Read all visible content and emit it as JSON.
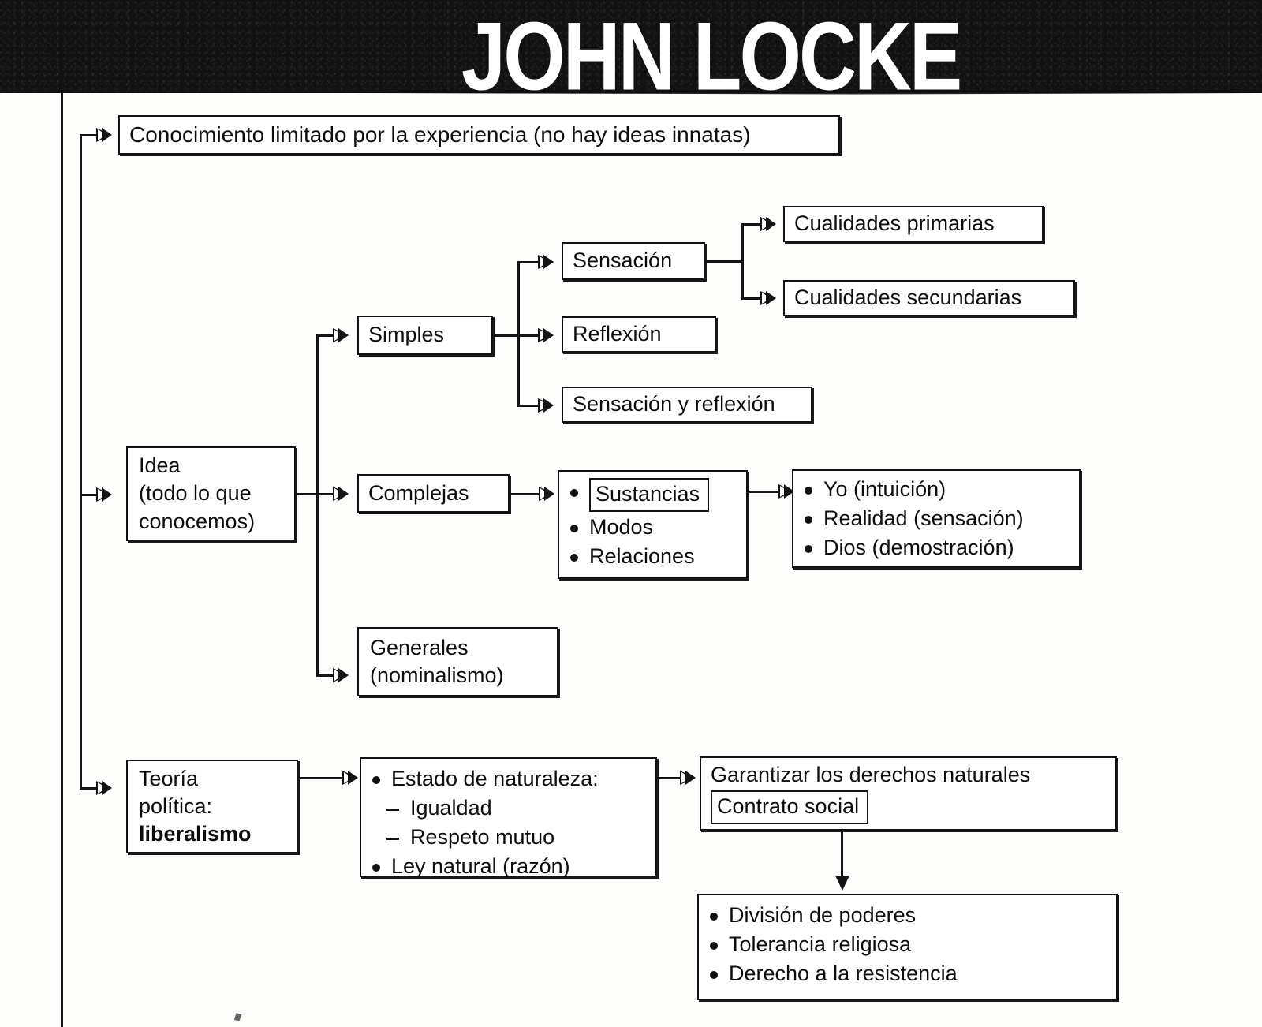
{
  "header": {
    "title": "JOHN LOCKE"
  },
  "diagram": {
    "type": "tree-concept-map",
    "root_branches": [
      "Conocimiento limitado por la experiencia (no hay ideas innatas)",
      "Idea (todo lo que conocemos)",
      "Teoría política: liberalismo"
    ],
    "nodes": {
      "conocimiento": "Conocimiento limitado por la experiencia (no hay ideas innatas)",
      "idea_line1": "Idea",
      "idea_line2": "(todo lo que",
      "idea_line3": "conocemos)",
      "simples": "Simples",
      "sensacion": "Sensación",
      "reflexion": "Reflexión",
      "sensacion_y_reflexion": "Sensación y reflexión",
      "cualidades_primarias": "Cualidades primarias",
      "cualidades_secundarias": "Cualidades secundarias",
      "complejas": "Complejas",
      "complejas_items": [
        "Sustancias",
        "Modos",
        "Relaciones"
      ],
      "sustancias_items": [
        "Yo (intuición)",
        "Realidad (sensación)",
        "Dios (demostración)"
      ],
      "generales_line1": "Generales",
      "generales_line2": "(nominalismo)",
      "teoria_line1": "Teoría",
      "teoria_line2": "política:",
      "teoria_line3": "liberalismo",
      "estado_naturaleza_head": "Estado de naturaleza:",
      "estado_naturaleza_subitems": [
        "Igualdad",
        "Respeto mutuo"
      ],
      "ley_natural": "Ley natural (razón)",
      "garantizar": "Garantizar los derechos naturales",
      "contrato_social": "Contrato social",
      "resultados": [
        "División de poderes",
        "Tolerancia religiosa",
        "Derecho a la resistencia"
      ]
    }
  },
  "colors": {
    "ink": "#121212",
    "paper": "#fdfdfb",
    "band": "#111111",
    "band_text": "#ffffff"
  }
}
